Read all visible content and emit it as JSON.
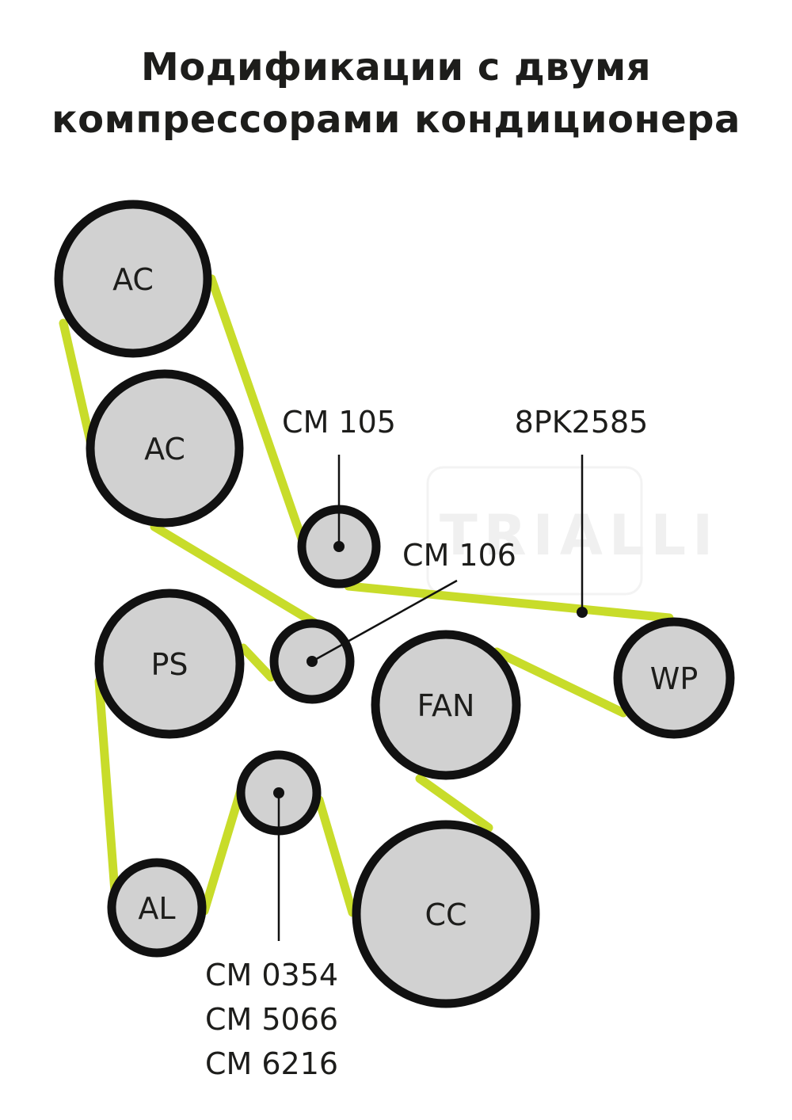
{
  "title": {
    "line1": "Модификации с двумя",
    "line2": "компрессорами кондиционера"
  },
  "pulleys": {
    "ac1": "AC",
    "ac2": "AC",
    "ps": "PS",
    "fan": "FAN",
    "wp": "WP",
    "al": "AL",
    "cc": "CC"
  },
  "callouts": {
    "cm105": "CM 105",
    "belt": "8PK2585",
    "cm106": "CM 106",
    "cm0354": "CM 0354",
    "cm5066": "CM 5066",
    "cm6216": "CM 6216"
  },
  "colors": {
    "belt": "#c8dc2a",
    "pulley_fill": "#d1d1d1",
    "outline": "#111111",
    "text": "#1d1d1b"
  },
  "watermark": "TRIALLI"
}
